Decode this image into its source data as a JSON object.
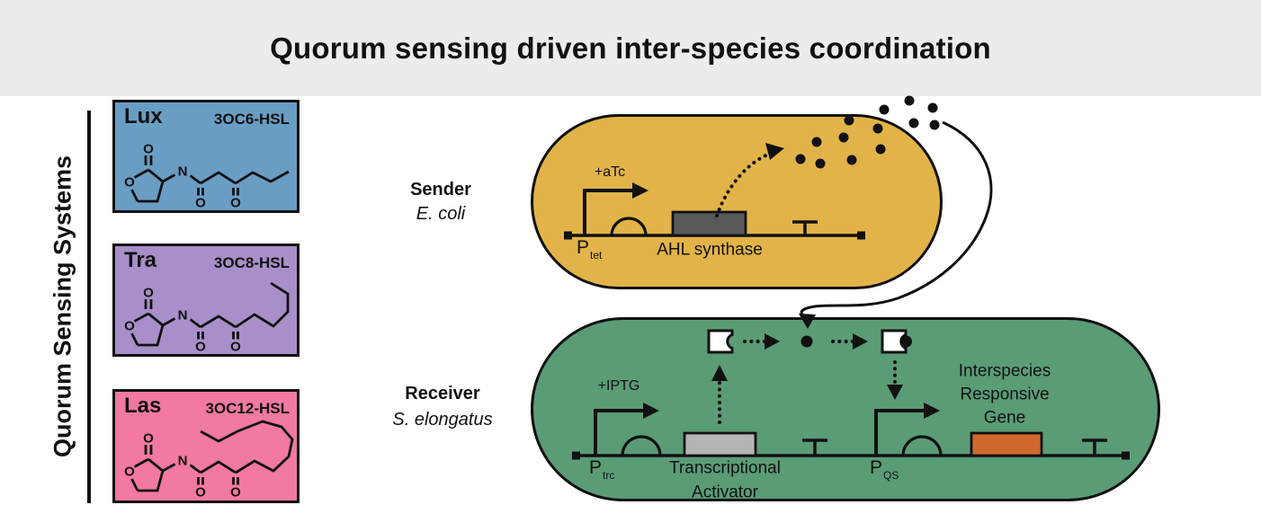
{
  "title": "Quorum sensing driven inter-species coordination",
  "atoms": {
    "oxygen": "O",
    "nitrogen": "N"
  },
  "sidebar": {
    "axis_label": "Quorum Sensing Systems",
    "systems": [
      {
        "name": "Lux",
        "ligand": "3OC6-HSL",
        "color": "#699dc4"
      },
      {
        "name": "Tra",
        "ligand": "3OC8-HSL",
        "color": "#a88fc9"
      },
      {
        "name": "Las",
        "ligand": "3OC12-HSL",
        "color": "#f2799f"
      }
    ]
  },
  "sender": {
    "role": "Sender",
    "species": "E. coli",
    "inducer": "+aTc",
    "promoter_letter": "P",
    "promoter_sub": "tet",
    "gene": "AHL synthase",
    "cell_color": "#e2b348",
    "gene_color": "#595959"
  },
  "receiver": {
    "role": "Receiver",
    "species": "S. elongatus",
    "inducer": "+IPTG",
    "promoter1_letter": "P",
    "promoter1_sub": "trc",
    "gene1_line1": "Transcriptional",
    "gene1_line2": "Activator",
    "promoter2_letter": "P",
    "promoter2_sub": "QS",
    "gene2_line1": "Interspecies",
    "gene2_line2": "Responsive",
    "gene2_line3": "Gene",
    "cell_color": "#5a9c76",
    "gene1_color": "#b5b5b5",
    "gene2_color": "#d0682e"
  },
  "colors": {
    "banner_bg": "#ececec",
    "ink": "#111111"
  }
}
